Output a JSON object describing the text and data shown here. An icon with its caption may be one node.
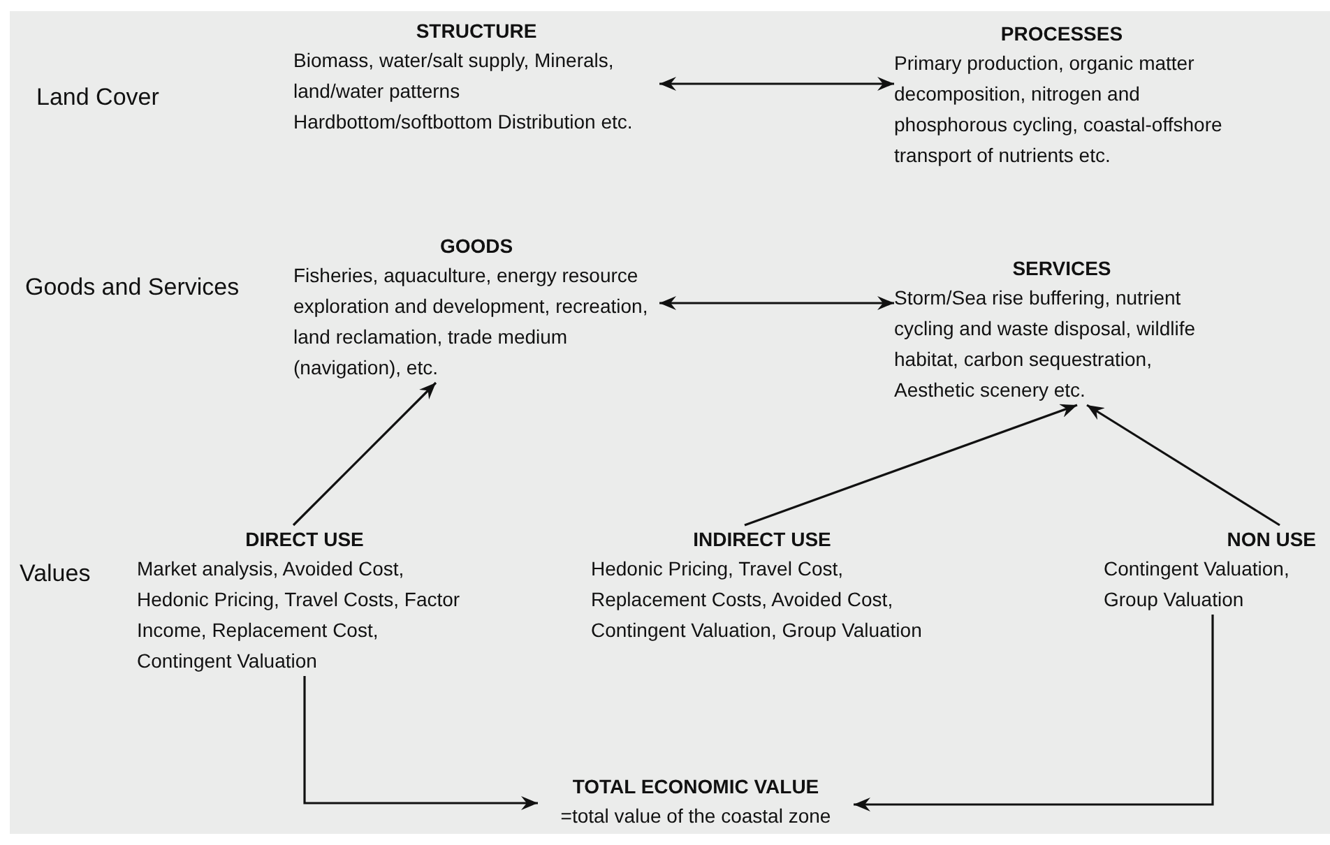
{
  "diagram": {
    "nodes": [
      {
        "text": [
          "STRUCTURE",
          "Biomass, water/salt supply, Minerals, land/water patterns Hardbottom/softbottom Distribution etc."
        ]
      },
      {
        "text": [
          "PROCESSES",
          "Primary production, organic matter decomposition, nitrogen and phosphorous cycling, coastal-offshore transport of nutrients etc."
        ]
      },
      {
        "text": [
          "GOODS",
          "Fisheries, aquaculture, energy resource exploration and development, recreation, land reclamation, trade medium (navigation), etc."
        ]
      },
      {
        "text": [
          "SERVICES",
          "Storm/Sea rise buffering, nutrient cycling and waste disposal, wildlife habitat, carbon sequestration, Aesthetic scenery etc."
        ]
      },
      {
        "text": [
          "DIRECT USE",
          "Market analysis, Avoided Cost, Hedonic Pricing, Travel Costs, Factor Income, Replacement Cost, Contingent Valuation"
        ]
      },
      {
        "text": [
          "INDIRECT USE",
          "Hedonic Pricing, Travel Cost, Replacement Costs, Avoided Cost, Contingent Valuation, Group Valuation"
        ]
      },
      {
        "text": [
          "NON USE",
          "Contingent Valuation, Group Valuation"
        ]
      },
      {
        "text": [
          "TOTAL ECONOMIC VALUE",
          "=total value of the coastal zone"
        ]
      }
    ],
    "edges": [
      {
        "from": 0,
        "to": 1,
        "arrow": "both"
      },
      {
        "from": 2,
        "to": 3,
        "arrow": "both"
      },
      {
        "from": 4,
        "to": 2,
        "arrow": "to"
      },
      {
        "from": 5,
        "to": 3,
        "arrow": "to"
      },
      {
        "from": 6,
        "to": 3,
        "arrow": "to"
      },
      {
        "from": 4,
        "to": 7,
        "arrow": "to"
      },
      {
        "from": 6,
        "to": 7,
        "arrow": "to"
      }
    ],
    "labels": [
      "Land Cover",
      "Goods and Services",
      "Values"
    ]
  }
}
